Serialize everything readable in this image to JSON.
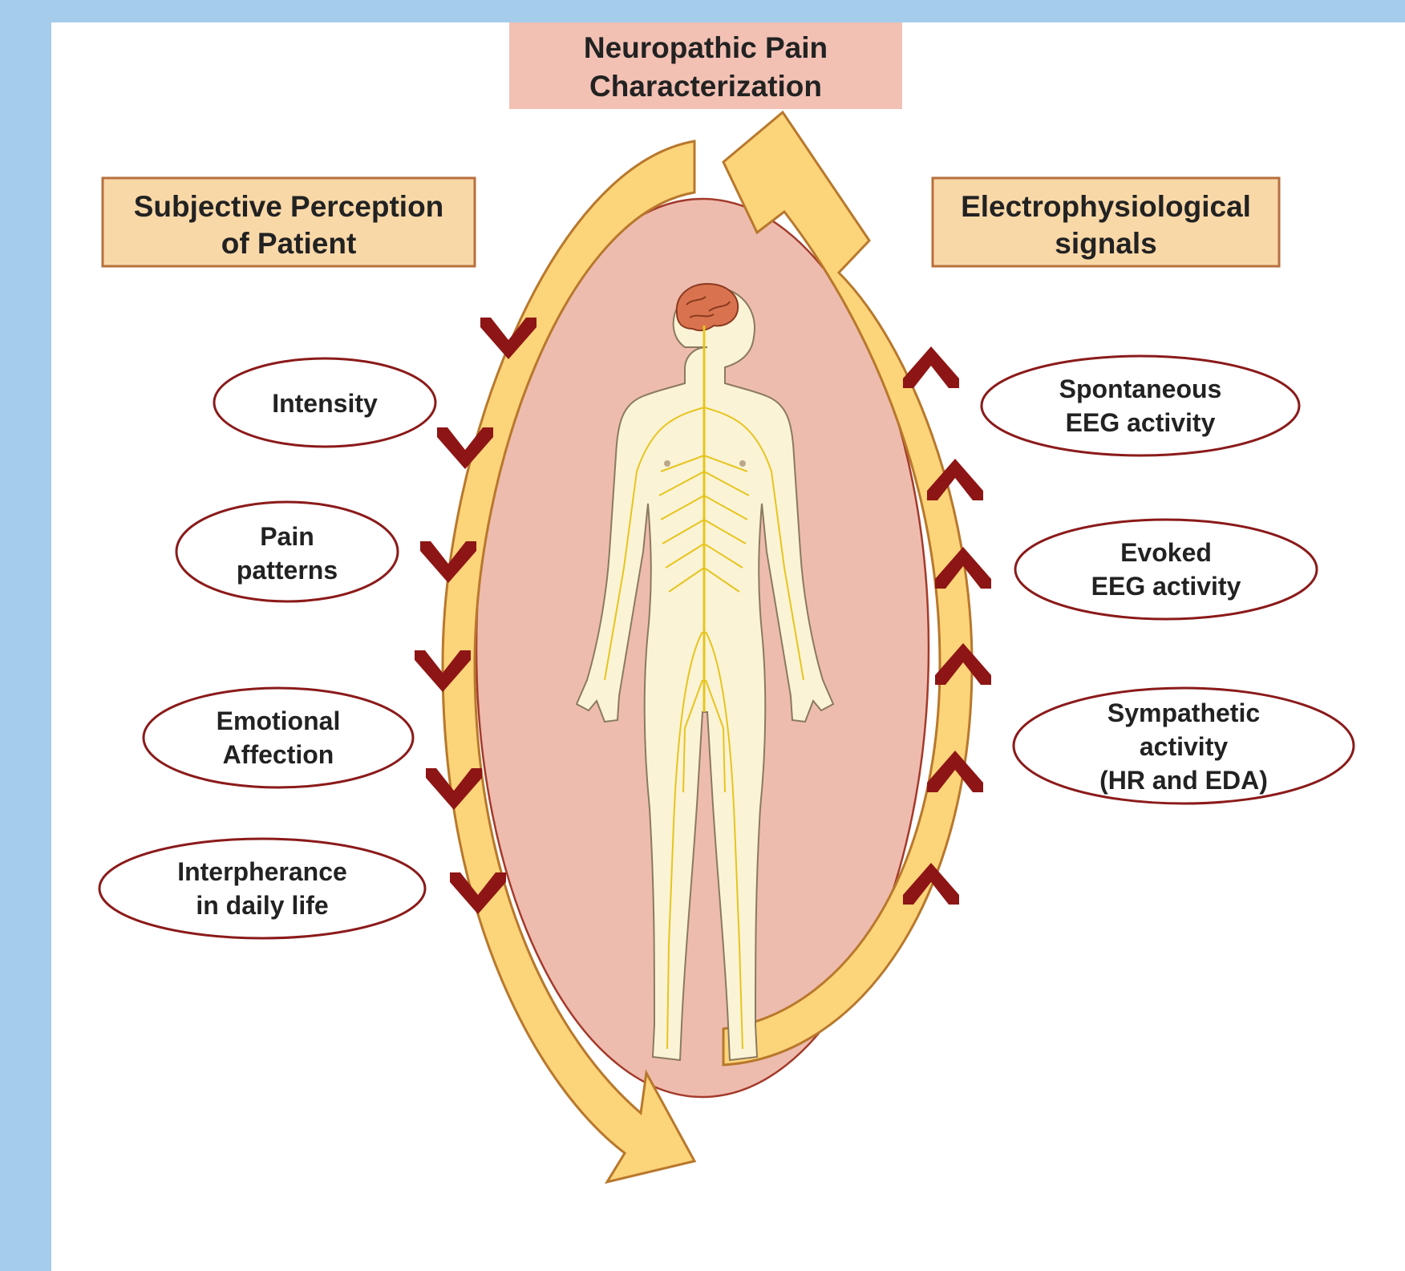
{
  "title": {
    "line1": "Neuropathic Pain",
    "line2": "Characterization"
  },
  "left_header": {
    "line1": "Subjective Perception",
    "line2": "of Patient"
  },
  "right_header": {
    "line1": "Electrophysiological",
    "line2": "signals"
  },
  "left_items": [
    {
      "lines": [
        "Intensity"
      ]
    },
    {
      "lines": [
        "Pain",
        "patterns"
      ]
    },
    {
      "lines": [
        "Emotional",
        "Affection"
      ]
    },
    {
      "lines": [
        "Interpherance",
        "in daily life"
      ]
    }
  ],
  "right_items": [
    {
      "lines": [
        "Spontaneous",
        "EEG activity"
      ]
    },
    {
      "lines": [
        "Evoked",
        "EEG activity"
      ]
    },
    {
      "lines": [
        "Sympathetic",
        "activity",
        "(HR and EDA)"
      ]
    }
  ],
  "colors": {
    "page_background": "#a5cdeb",
    "title_fill": "#f2c1b4",
    "header_fill": "#f9d8a8",
    "header_border": "#b7703e",
    "oval_fill": "#eebcaf",
    "oval_border": "#a33a2a",
    "ellipse_border": "#8b1a1a",
    "arrow_fill": "#fcd47a",
    "arrow_border": "#b8782c",
    "chevron": "#8e1515",
    "body_fill": "#fbf3d6",
    "nerves": "#e6c51e",
    "brain": "#d9734f"
  }
}
